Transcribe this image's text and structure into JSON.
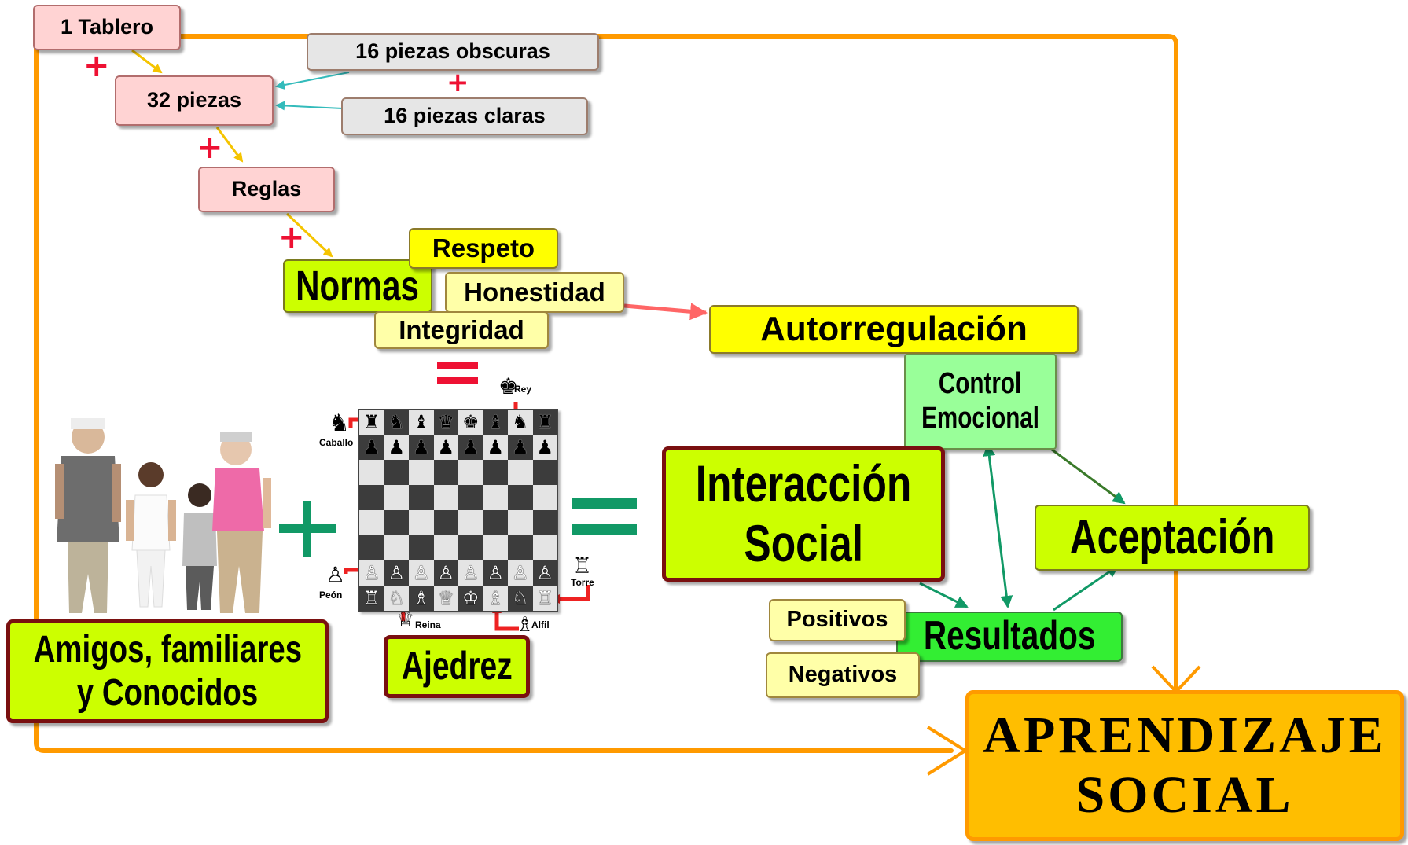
{
  "nodes": {
    "tablero": "1 Tablero",
    "piezas32": "32 piezas",
    "oscuras": "16 piezas obscuras",
    "claras": "16 piezas claras",
    "reglas": "Reglas",
    "normas": "Normas",
    "respeto": "Respeto",
    "honestidad": "Honestidad",
    "integridad": "Integridad",
    "autorregulacion": "Autorregulación",
    "control_1": "Control",
    "control_2": "Emocional",
    "interaccion_1": "Interacción",
    "interaccion_2": "Social",
    "aceptacion": "Aceptación",
    "resultados": "Resultados",
    "positivos": "Positivos",
    "negativos": "Negativos",
    "amigos_1": "Amigos, familiares",
    "amigos_2": "y Conocidos",
    "ajedrez": "Ajedrez",
    "aprendizaje_1": "APRENDIZAJE",
    "aprendizaje_2": "SOCIAL"
  },
  "operators": {
    "plus": "+",
    "equals": "="
  },
  "pieces": {
    "rey": "Rey",
    "caballo": "Caballo",
    "peon": "Peón",
    "torre": "Torre",
    "reina": "Reina",
    "alfil": "Alfil"
  },
  "board": {
    "black_back_rank": [
      "♜",
      "♞",
      "♝",
      "♛",
      "♚",
      "♝",
      "♞",
      "♜"
    ],
    "black_pawns": [
      "♟",
      "♟",
      "♟",
      "♟",
      "♟",
      "♟",
      "♟",
      "♟"
    ],
    "white_pawns": [
      "♙",
      "♙",
      "♙",
      "♙",
      "♙",
      "♙",
      "♙",
      "♙"
    ],
    "white_back_rank": [
      "♖",
      "♘",
      "♗",
      "♕",
      "♔",
      "♗",
      "♘",
      "♖"
    ]
  },
  "colors": {
    "frame_orange": "#ff9a00",
    "connector_yellow": "#f5c400",
    "connector_teal": "#33bbbb",
    "connector_green": "#119966",
    "connector_salmon": "#ff6666",
    "plus_red": "#ee1133",
    "plus_green": "#119966",
    "equals_red": "#ee1133",
    "equals_green": "#119966",
    "piece_arrow_red": "#ee2222"
  }
}
